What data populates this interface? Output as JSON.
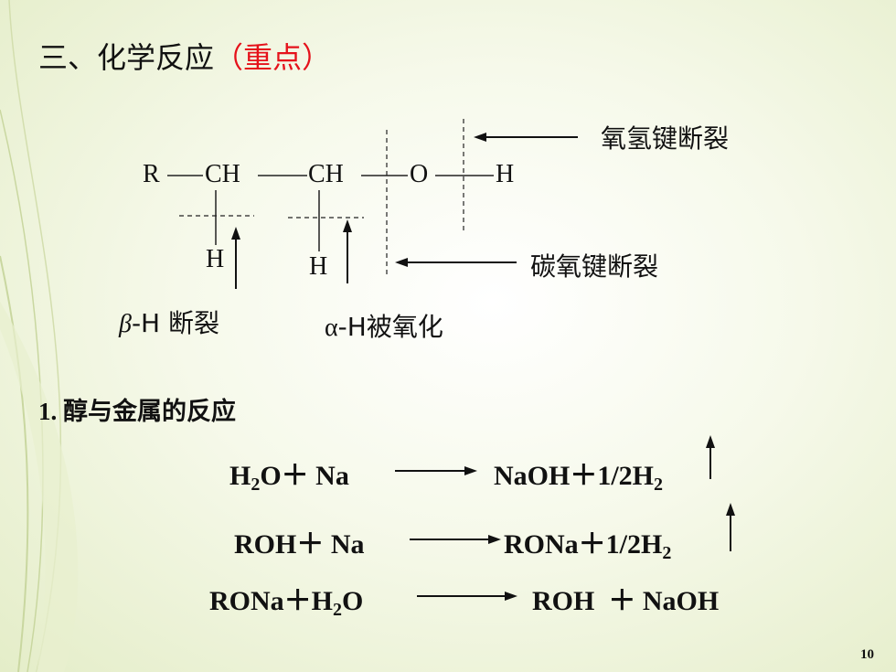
{
  "title": {
    "main": "三、化学反应",
    "highlight": "（重点）"
  },
  "structure": {
    "r": "R",
    "ch1": "CH",
    "ch2": "CH",
    "o": "O",
    "h": "H",
    "h_beta": "H",
    "h_alpha": "H"
  },
  "labels": {
    "oh_cleavage": "氧氢键断裂",
    "co_cleavage": "碳氧键断裂",
    "beta_symbol": "β",
    "beta_text": "-H  断裂",
    "alpha_symbol": "α",
    "alpha_text": "-H被氧化"
  },
  "section": {
    "number": "1.",
    "title": "醇与金属的反应"
  },
  "equations": [
    {
      "left": [
        "H",
        "2",
        "O＋ Na"
      ],
      "right": [
        "NaOH＋1/2H",
        "2"
      ]
    },
    {
      "left": [
        "ROH＋ Na"
      ],
      "right": [
        "RONa＋1/2H",
        "2"
      ]
    },
    {
      "left": [
        "RONa＋H",
        "2",
        "O"
      ],
      "right": [
        "ROH  ＋ NaOH"
      ]
    }
  ],
  "page_number": "10",
  "colors": {
    "highlight": "#e5121b",
    "background": "#f4f8e6"
  }
}
